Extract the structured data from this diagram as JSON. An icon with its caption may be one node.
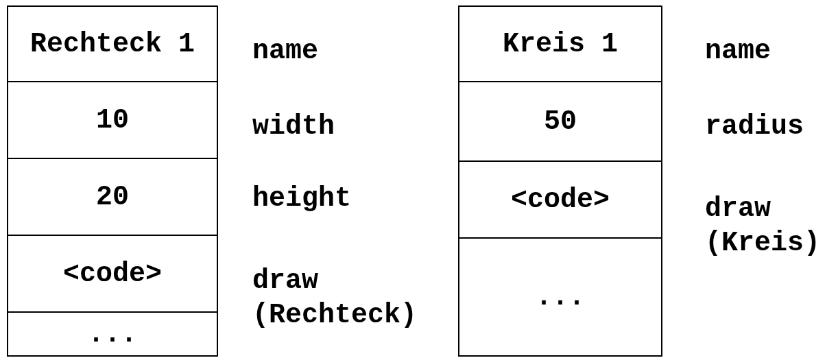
{
  "diagram": {
    "nodes": [
      {
        "text": [
          "Rechteck 1"
        ],
        "beside": [
          "name"
        ]
      },
      {
        "text": [
          "10"
        ],
        "beside": [
          "width"
        ]
      },
      {
        "text": [
          "20"
        ],
        "beside": [
          "height"
        ]
      },
      {
        "text": [
          "<code>"
        ],
        "beside": [
          "draw (Rechteck)"
        ]
      },
      {
        "text": [
          "..."
        ]
      },
      {
        "text": [
          "Kreis 1"
        ],
        "beside": [
          "name"
        ]
      },
      {
        "text": [
          "50"
        ],
        "beside": [
          "radius"
        ]
      },
      {
        "text": [
          "<code>"
        ],
        "beside": [
          "draw (Kreis)"
        ]
      },
      {
        "text": [
          "..."
        ]
      }
    ]
  }
}
